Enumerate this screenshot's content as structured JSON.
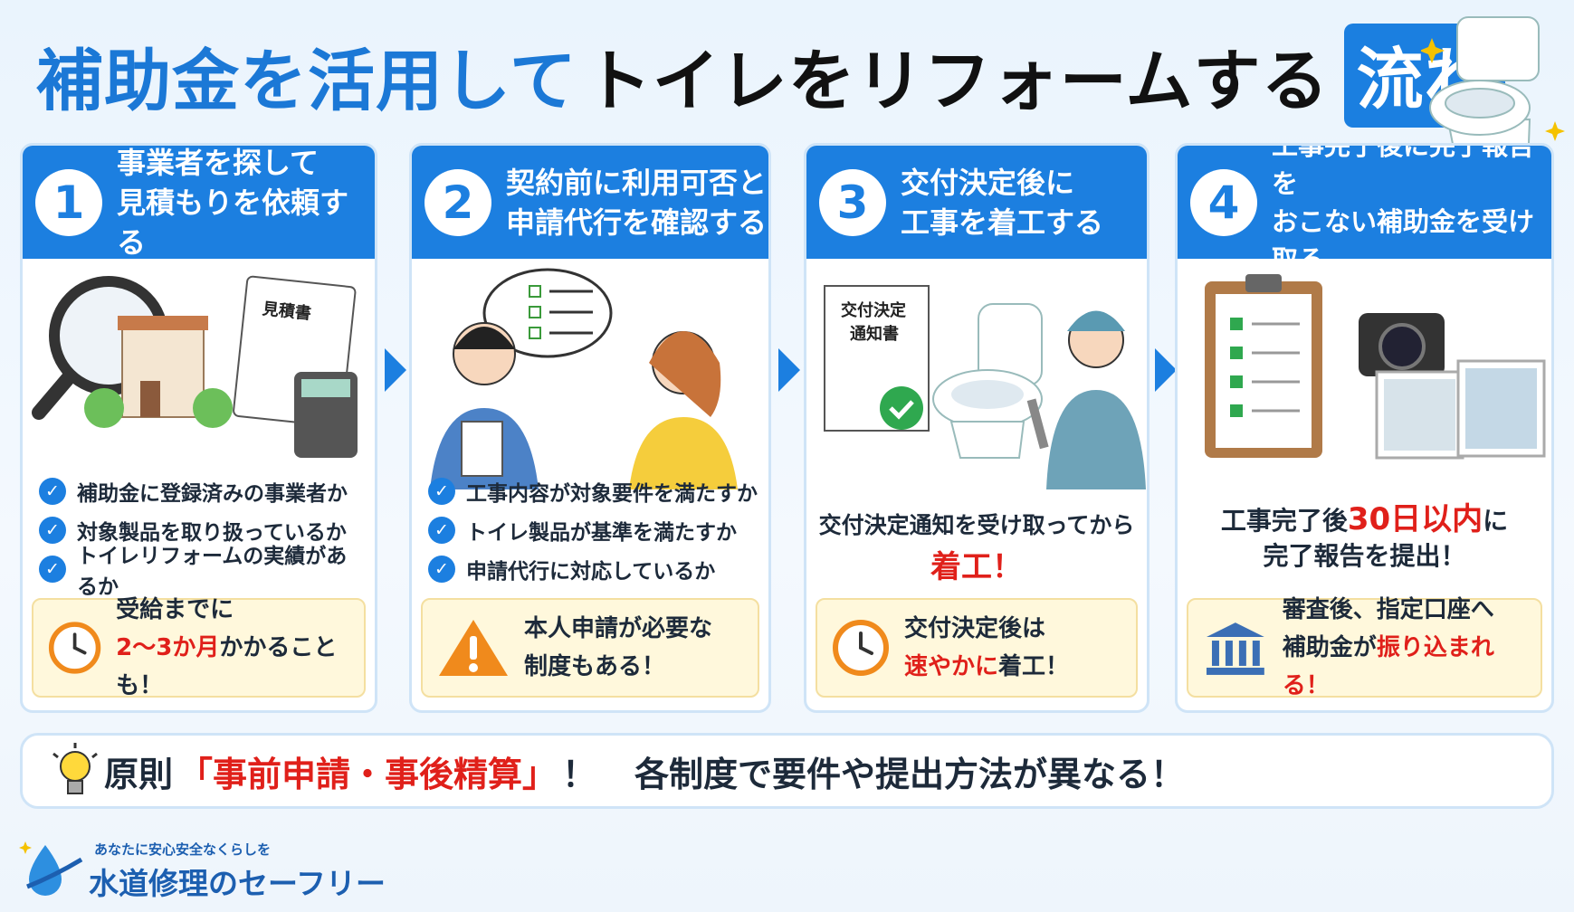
{
  "title": {
    "part1": "補助金を活用して",
    "part2": "トイレをリフォームする",
    "badge": "流れ"
  },
  "steps": [
    {
      "number": "1",
      "heading": "事業者を探して\n見積もりを依頼する",
      "illustration_label": "見積書",
      "checks": [
        "補助金に登録済みの事業者か",
        "対象製品を取り扱っているか",
        "トイレリフォームの実績があるか"
      ],
      "note_line1": "受給までに",
      "note_line2_red": "2〜3か月",
      "note_line2_rest": "かかることも！",
      "note_icon": "clock-icon"
    },
    {
      "number": "2",
      "heading": "契約前に利用可否と\n申請代行を確認する",
      "checks": [
        "工事内容が対象要件を満たすか",
        "トイレ製品が基準を満たすか",
        "申請代行に対応しているか"
      ],
      "note_line1": "本人申請が必要な",
      "note_line2": "制度もある！",
      "note_icon": "warning-icon"
    },
    {
      "number": "3",
      "heading": "交付決定後に\n工事を着工する",
      "illustration_label_1": "交付決定",
      "illustration_label_2": "通知書",
      "main_text": "交付決定通知を受け取ってから",
      "main_red": "着工！",
      "note_line1": "交付決定後は",
      "note_line2_red": "速やかに",
      "note_line2_rest": "着工！",
      "note_icon": "clock-icon"
    },
    {
      "number": "4",
      "heading": "工事完了後に完了報告を\nおこない補助金を受け取る",
      "main_pre": "工事完了後",
      "main_red": "30日以内",
      "main_post": "に",
      "main_line2": "完了報告を提出！",
      "note_line1": "審査後、指定口座へ",
      "note_line2_pre": "補助金が",
      "note_line2_red": "振り込まれる！",
      "note_icon": "bank-icon"
    }
  ],
  "footer": {
    "prefix": "原則",
    "red": "「事前申請・事後精算」",
    "middle": "！",
    "rest": "各制度で要件や提出方法が異なる！"
  },
  "logo": {
    "tagline": "あなたに安心安全なくらしを",
    "name": "水道修理のセーフリー"
  },
  "colors": {
    "primary_blue": "#1c7fe0",
    "accent_red": "#e0201a",
    "note_bg": "#fff8dc"
  }
}
